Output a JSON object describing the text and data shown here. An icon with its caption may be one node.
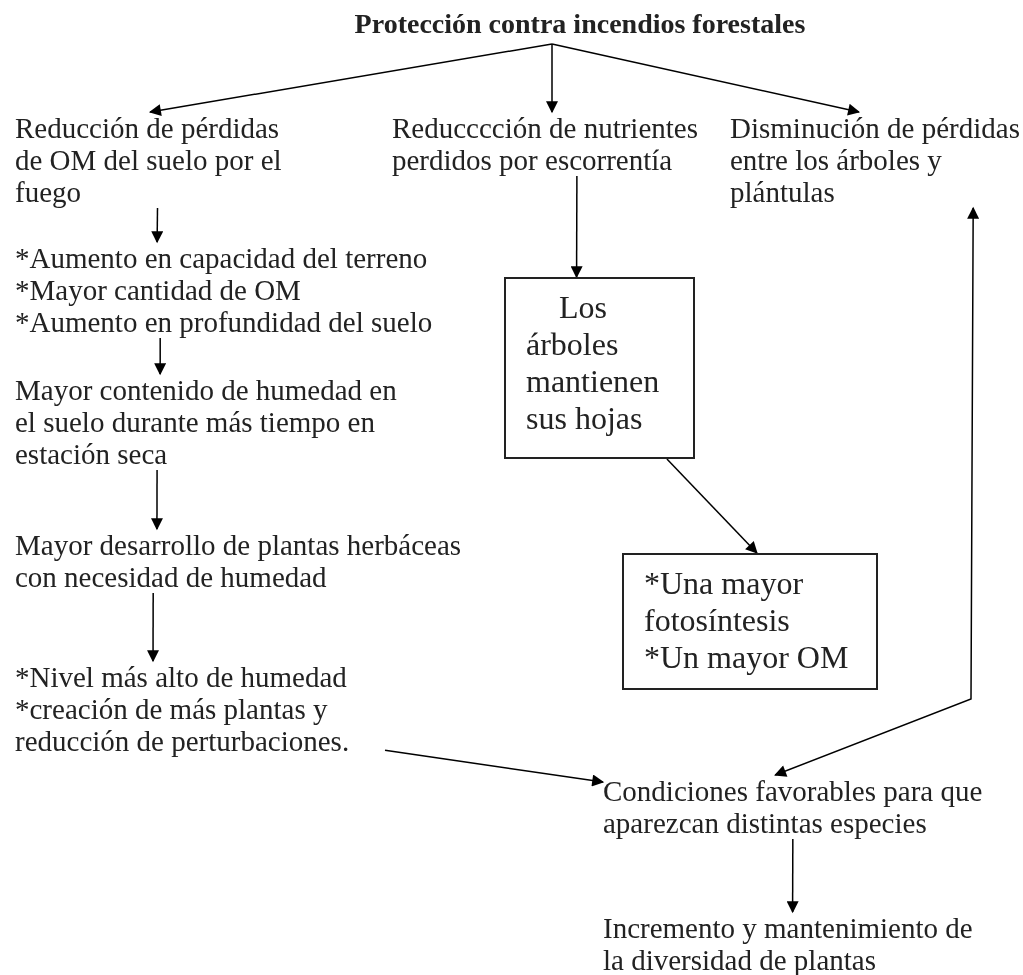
{
  "diagram": {
    "nodes": [
      {
        "text": [
          "Protección contra incendios forestales"
        ]
      },
      {
        "text": [
          "Reducción de pérdidas de OM del suelo por el fuego"
        ]
      },
      {
        "text": [
          "Reducccción de nutrientes perdidos por escorrentía"
        ]
      },
      {
        "text": [
          "Disminución de pérdidas entre los árboles y plántulas"
        ]
      },
      {
        "text": [
          "*Aumento en capacidad del terreno",
          "*Mayor cantidad de OM",
          "*Aumento en profundidad del suelo"
        ]
      },
      {
        "text": [
          "Mayor contenido de humedad en el suelo durante más tiempo en estación seca"
        ]
      },
      {
        "text": [
          "Mayor desarrollo de plantas herbáceas con necesidad de humedad"
        ]
      },
      {
        "text": [
          "*Nivel más alto de humedad",
          "*creación de más plantas y reducción de perturbaciones."
        ]
      },
      {
        "text": [
          "Los árboles mantienen sus hojas"
        ]
      },
      {
        "text": [
          "*Una mayor fotosíntesis",
          "*Un mayor OM"
        ]
      },
      {
        "text": [
          "Condiciones favorables para que aparezcan distintas especies"
        ]
      },
      {
        "text": [
          "Incremento y mantenimiento de la diversidad de plantas"
        ]
      }
    ],
    "edges": [
      {
        "from": 0,
        "to": 1,
        "arrow": "to"
      },
      {
        "from": 0,
        "to": 2,
        "arrow": "to"
      },
      {
        "from": 0,
        "to": 3,
        "arrow": "to"
      },
      {
        "from": 1,
        "to": 4,
        "arrow": "to"
      },
      {
        "from": 4,
        "to": 5,
        "arrow": "to"
      },
      {
        "from": 5,
        "to": 6,
        "arrow": "to"
      },
      {
        "from": 6,
        "to": 7,
        "arrow": "to"
      },
      {
        "from": 2,
        "to": 8,
        "arrow": "to"
      },
      {
        "from": 8,
        "to": 9,
        "arrow": "to"
      },
      {
        "from": 7,
        "to": 10,
        "arrow": "to"
      },
      {
        "from": 10,
        "to": 3,
        "arrow": "both"
      },
      {
        "from": 10,
        "to": 11,
        "arrow": "to"
      }
    ]
  }
}
